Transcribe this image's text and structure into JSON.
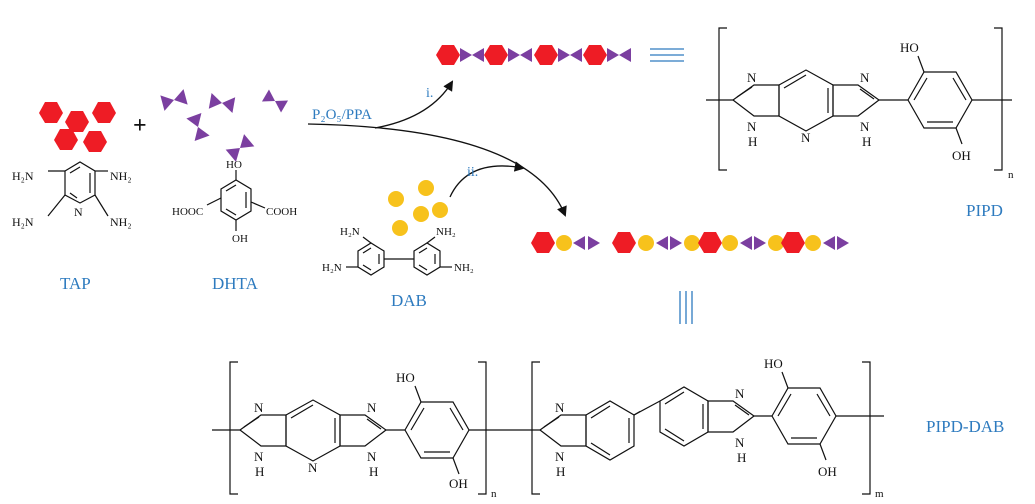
{
  "colors": {
    "accent_blue": "#2e7bbf",
    "hexagon_red": "#ee1c25",
    "triangle_purple": "#7b3fa0",
    "circle_yellow": "#f7c21c",
    "line_black": "#111111"
  },
  "monomers": {
    "tap": {
      "name": "TAP",
      "nh2_tl": "H₂N",
      "nh2_tr": "NH₂",
      "nh2_bl": "H₂N",
      "nh2_br": "NH₂",
      "ring_n": "N"
    },
    "dhta": {
      "name": "DHTA",
      "oh_top": "HO",
      "oh_bottom": "OH",
      "cooh_left": "HOOC",
      "cooh_right": "COOH"
    },
    "dab": {
      "name": "DAB",
      "nh2_1": "H₂N",
      "nh2_2": "H₂N",
      "nh2_3": "NH₂",
      "nh2_4": "NH₂"
    }
  },
  "reaction": {
    "plus": "+",
    "conditions": "P₂O₅/PPA",
    "step_i": "i.",
    "step_ii": "ii."
  },
  "products": {
    "pipd": {
      "name": "PIPD",
      "sub_n": "n"
    },
    "pipd_dab": {
      "name": "PIPD-DAB",
      "sub_n": "n",
      "sub_m": "m"
    }
  },
  "atoms": {
    "N": "N",
    "H": "H",
    "HO": "HO",
    "OH": "OH"
  }
}
